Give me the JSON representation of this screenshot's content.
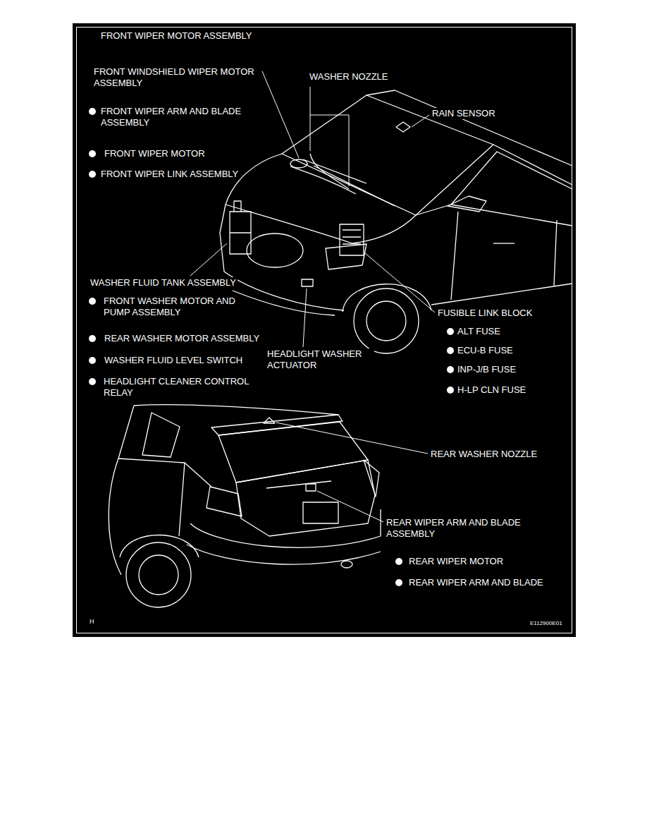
{
  "diagram": {
    "title": "FRONT WIPER MOTOR ASSEMBLY",
    "labels": [
      "FRONT WINDSHIELD WIPER MOTOR ASSEMBLY",
      "WASHER NOZZLE",
      "RAIN SENSOR",
      "FRONT WIPER ARM AND BLADE ASSEMBLY",
      "FRONT WIPER MOTOR",
      "FRONT WIPER LINK ASSEMBLY",
      "WASHER FLUID TANK ASSEMBLY",
      "FRONT WASHER MOTOR AND PUMP ASSEMBLY",
      "REAR WASHER MOTOR ASSEMBLY",
      "WASHER FLUID LEVEL SWITCH",
      "HEADLIGHT CLEANER CONTROL RELAY",
      "HEADLIGHT WASHER ACTUATOR",
      "FUSIBLE LINK BLOCK",
      "ALT FUSE",
      "ECU-B FUSE",
      "INP-J/B FUSE",
      "H-LP CLN FUSE",
      "REAR WASHER NOZZLE",
      "REAR WIPER ARM AND BLADE ASSEMBLY",
      "REAR WIPER MOTOR",
      "REAR WIPER ARM AND BLADE",
      "H",
      "E112900E01"
    ]
  }
}
